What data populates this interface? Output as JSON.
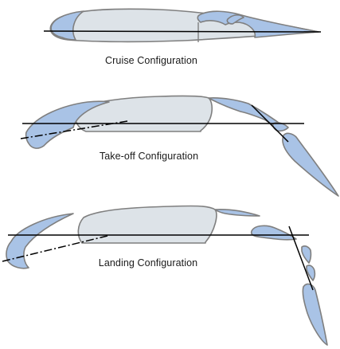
{
  "colors": {
    "wing_body": "#dde3e8",
    "high_lift_device": "#a9c3e6",
    "outline": "#7f7f7f",
    "chord_line": "#000000"
  },
  "configurations": [
    {
      "id": "cruise",
      "caption": "Cruise Configuration"
    },
    {
      "id": "takeoff",
      "caption": "Take-off Configuration"
    },
    {
      "id": "landing",
      "caption": "Landing Configuration"
    }
  ]
}
